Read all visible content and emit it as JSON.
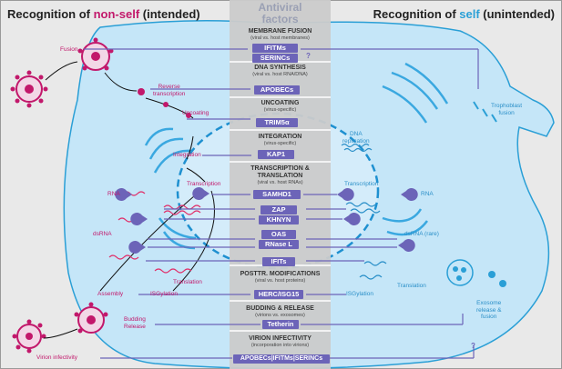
{
  "header": {
    "left_main": "Recognition of ",
    "left_accent": "non-self",
    "left_tail": " (intended)",
    "center_line1": "Antiviral",
    "center_line2": "factors",
    "right_main": "Recognition of ",
    "right_accent": "self",
    "right_tail": " (unintended)"
  },
  "sections": [
    {
      "title": "MEMBRANE FUSION",
      "sub": "(viral vs. host membranes)"
    },
    {
      "title": "DNA SYNTHESIS",
      "sub": "(viral vs. host RNA/DNA)"
    },
    {
      "title": "UNCOATING",
      "sub": "(virus-specific)"
    },
    {
      "title": "INTEGRATION",
      "sub": "(virus-specific)"
    },
    {
      "title": "TRANSCRIPTION &",
      "title2": "TRANSLATION",
      "sub": "(viral vs. host RNAs)"
    },
    {
      "title": "POSTTR. MODIFICATIONS",
      "sub": "(viral vs. host proteins)"
    },
    {
      "title": "BUDDING & RELEASE",
      "sub": "(virions vs. exosomes)"
    },
    {
      "title": "VIRION INFECTIVITY",
      "sub": "(incorporation into virions)"
    }
  ],
  "factors": {
    "ifitms": "IFITMs",
    "serincs": "SERINCs",
    "apobecs": "APOBECs",
    "trim5a": "TRIM5α",
    "kap1": "KAP1",
    "samhd1": "SAMHD1",
    "zap": "ZAP",
    "khnyn": "KHNYN",
    "oas": "OAS",
    "rnasel": "RNase L",
    "ifits": "IFITs",
    "herc": "HERC/ISG15",
    "tetherin": "Tetherin",
    "bottom": "APOBECs|IFITMs|SERINCs"
  },
  "left_labels": {
    "fusion": "Fusion",
    "reverse": "Reverse",
    "transcription": "transcription",
    "uncoating": "Uncoating",
    "integration": "Integration",
    "transcription2": "Transcription",
    "rna": "RNA",
    "dsrna": "dsRNA",
    "translation": "Translation",
    "assembly": "Assembly",
    "isgylation": "ISGylation",
    "budding": "Budding",
    "release": "Release",
    "virion_infectivity": "Virion infectivity"
  },
  "right_labels": {
    "trophoblast1": "Trophoblast",
    "trophoblast2": "fusion",
    "dna1": "DNA",
    "dna2": "replication",
    "transcription": "Transcription",
    "rna": "RNA",
    "dsrna": "dsRNA (rare)",
    "translation": "Translation",
    "isgylation": "ISGylation",
    "exosome1": "Exosome",
    "exosome2": "release &",
    "exosome3": "fusion"
  },
  "qmarks": {
    "q1": "?",
    "q2": "?"
  },
  "colors": {
    "cell": "#c5e6f8",
    "nucleus": "#d4ecfa",
    "center_column": "#cbcbcb",
    "factor_box": "#6c64b8",
    "pink": "#c2186b",
    "blue": "#2a9fd6"
  }
}
